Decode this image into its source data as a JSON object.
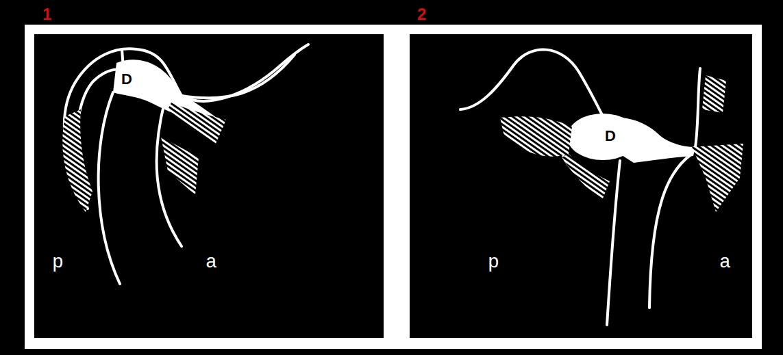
{
  "diagram": {
    "labels": [
      "1",
      "D",
      "p",
      "a",
      "2",
      "D",
      "p",
      "a"
    ]
  }
}
